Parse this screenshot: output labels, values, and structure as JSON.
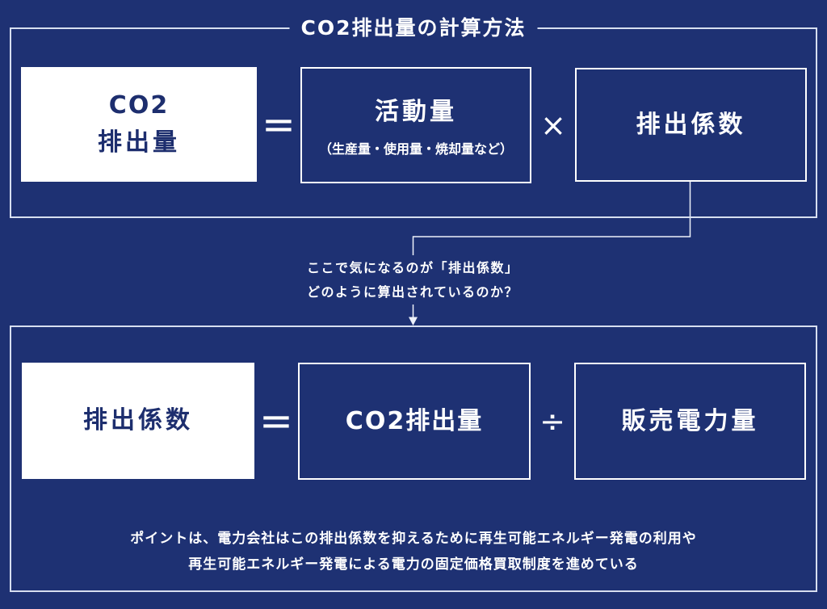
{
  "colors": {
    "background_navy": "#1e3173",
    "box_text_navy": "#1d2e6e",
    "frame_border": "#d7dff0",
    "box_border": "#ffffff",
    "text_white": "#ffffff"
  },
  "top_section": {
    "title": "CO2排出量の計算方法",
    "co2_box_line1": "CO2",
    "co2_box_line2": "排出量",
    "equals_sign": "=",
    "activity_label": "活動量",
    "activity_sublabel": "（生産量・使用量・焼却量など）",
    "multiply_sign": "×",
    "factor_label": "排出係数"
  },
  "connector_note": {
    "line1": "ここで気になるのが「排出係数」",
    "line2": "どのように算出されているのか？"
  },
  "bottom_section": {
    "factor_label": "排出係数",
    "equals_sign": "=",
    "co2_label": "CO2排出量",
    "divide_sign": "÷",
    "power_label": "販売電力量",
    "note_line1": "ポイントは、電力会社はこの排出係数を抑えるために再生可能エネルギー発電の利用や",
    "note_line2": "再生可能エネルギー発電による電力の固定価格買取制度を進めている"
  }
}
